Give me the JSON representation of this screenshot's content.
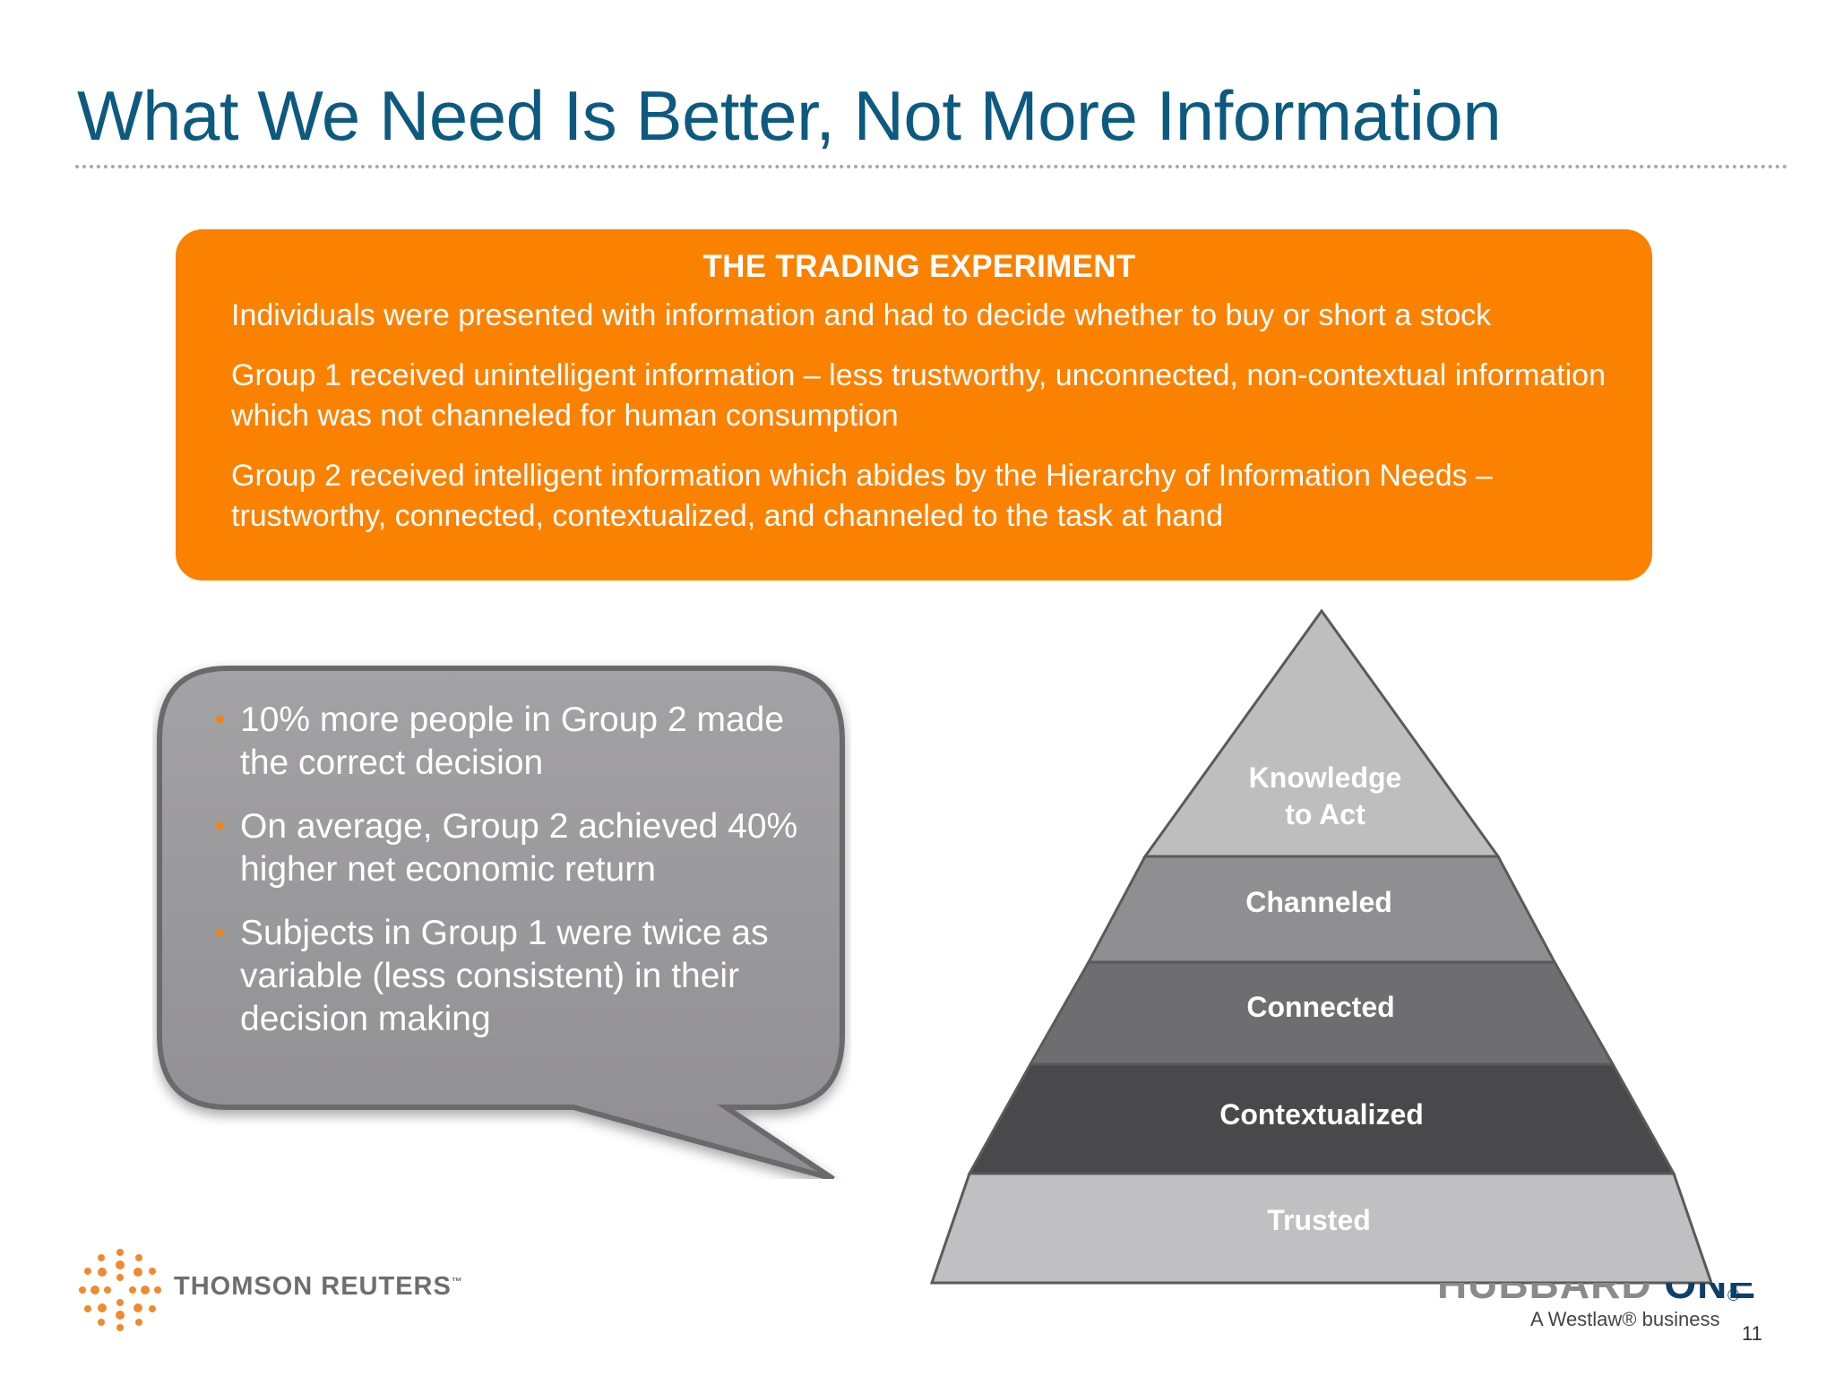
{
  "title": "What We Need Is Better, Not More Information",
  "experiment": {
    "heading": "THE TRADING EXPERIMENT",
    "paragraphs": [
      "Individuals were presented with information and had to decide whether to buy or short a stock",
      "Group 1 received unintelligent information – less trustworthy, unconnected, non-contextual information which was not channeled for human consumption",
      "Group 2 received intelligent information which abides by the Hierarchy of Information Needs – trustworthy, connected, contextualized, and channeled to the task at hand"
    ]
  },
  "results": {
    "bullets": [
      "10% more people in Group 2 made the correct decision",
      "On average, Group 2 achieved 40% higher net economic return",
      "Subjects in Group 1 were twice as variable (less consistent) in their decision making"
    ]
  },
  "pyramid": {
    "levels": [
      {
        "line1": "Knowledge",
        "line2": "to Act",
        "color": "#bfbebf"
      },
      {
        "line1": "Channeled",
        "color": "#8f8e90"
      },
      {
        "line1": "Connected",
        "color": "#6e6d70"
      },
      {
        "line1": "Contextualized",
        "color": "#49484b"
      },
      {
        "line1": "Trusted",
        "color": "#c0bfc1"
      }
    ]
  },
  "footer": {
    "thomson_reuters": "THOMSON REUTERS",
    "tm": "™",
    "hubbard": "HUBBARD",
    "one": "ONE",
    "registered": "®",
    "subtitle": "A Westlaw® business",
    "page_number": "11"
  },
  "colors": {
    "accent_orange": "#fb8101",
    "title_blue": "#0d5a80"
  }
}
